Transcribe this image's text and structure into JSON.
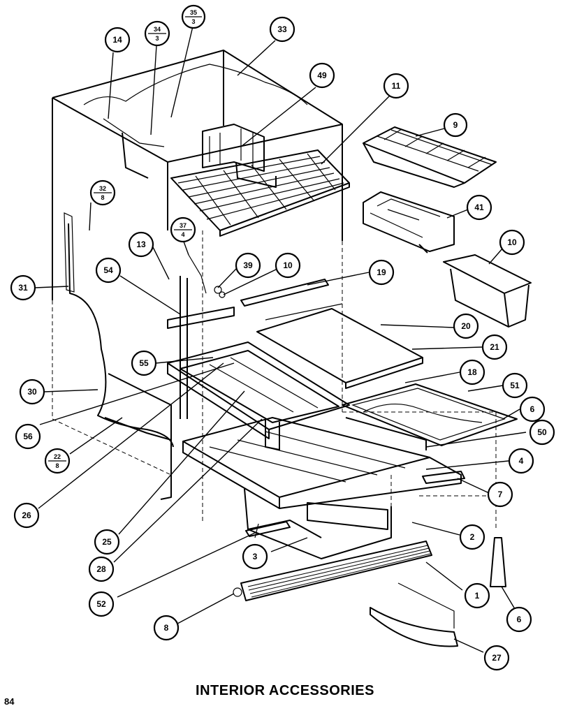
{
  "title": "INTERIOR ACCESSORIES",
  "page_number": "84",
  "callouts": [
    {
      "id": "c14",
      "label": "14"
    },
    {
      "id": "c34",
      "top": "34",
      "bottom": "3"
    },
    {
      "id": "c35",
      "top": "35",
      "bottom": "3"
    },
    {
      "id": "c33",
      "label": "33"
    },
    {
      "id": "c49",
      "label": "49"
    },
    {
      "id": "c11",
      "label": "11"
    },
    {
      "id": "c9",
      "label": "9"
    },
    {
      "id": "c41",
      "label": "41"
    },
    {
      "id": "c10a",
      "label": "10"
    },
    {
      "id": "c32",
      "top": "32",
      "bottom": "8"
    },
    {
      "id": "c37",
      "top": "37",
      "bottom": "4"
    },
    {
      "id": "c13",
      "label": "13"
    },
    {
      "id": "c54",
      "label": "54"
    },
    {
      "id": "c39",
      "label": "39"
    },
    {
      "id": "c10b",
      "label": "10"
    },
    {
      "id": "c19",
      "label": "19"
    },
    {
      "id": "c31",
      "label": "31"
    },
    {
      "id": "c20",
      "label": "20"
    },
    {
      "id": "c21",
      "label": "21"
    },
    {
      "id": "c55",
      "label": "55"
    },
    {
      "id": "c18",
      "label": "18"
    },
    {
      "id": "c51",
      "label": "51"
    },
    {
      "id": "c30",
      "label": "30"
    },
    {
      "id": "c6a",
      "label": "6"
    },
    {
      "id": "c56",
      "label": "56"
    },
    {
      "id": "c50",
      "label": "50"
    },
    {
      "id": "c22",
      "top": "22",
      "bottom": "8"
    },
    {
      "id": "c4",
      "label": "4"
    },
    {
      "id": "c7",
      "label": "7"
    },
    {
      "id": "c26",
      "label": "26"
    },
    {
      "id": "c2",
      "label": "2"
    },
    {
      "id": "c25",
      "label": "25"
    },
    {
      "id": "c3",
      "label": "3"
    },
    {
      "id": "c28",
      "label": "28"
    },
    {
      "id": "c1",
      "label": "1"
    },
    {
      "id": "c52",
      "label": "52"
    },
    {
      "id": "c6b",
      "label": "6"
    },
    {
      "id": "c8",
      "label": "8"
    },
    {
      "id": "c27",
      "label": "27"
    }
  ]
}
